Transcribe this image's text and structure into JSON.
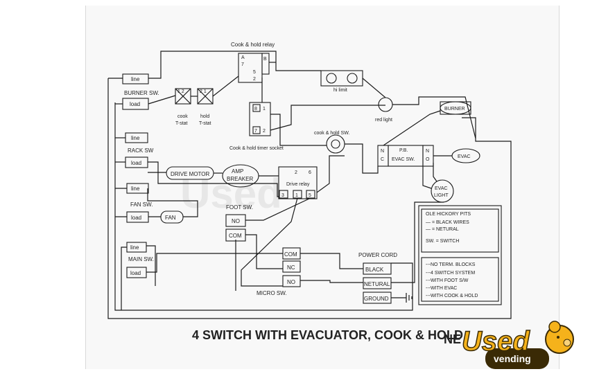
{
  "title": "4 SWITCH WITH EVACUATOR, COOK & HOLD",
  "title_suffix": "NE",
  "components": {
    "cook_hold_relay": "Cook & hold relay",
    "relay_pins": [
      "A",
      "7",
      "B",
      "5",
      "2"
    ],
    "hi_limit": "hi limit",
    "red_light": "red light",
    "burner_label": "BURNER",
    "cook_tstat": "cook",
    "cook_tstat_2": "T-stat",
    "hold_tstat": "hold",
    "hold_tstat_2": "T-stat",
    "tstat_pins_cook": "1  2",
    "tstat_pins_hold": "2  1",
    "cook_hold_sw": "cook & hold SW.",
    "timer_socket": "Cook & hold timer socket",
    "timer_pins": [
      "8",
      "1",
      "7",
      "2"
    ],
    "pb_label": "P.B.",
    "evac_sw": "EVAC SW.",
    "nc_left": [
      "N",
      "C"
    ],
    "no_right": [
      "N",
      "O"
    ],
    "evac": "EVAC",
    "evac_light_1": "EVAC",
    "evac_light_2": "LIGHT",
    "drive_motor": "DRIVE MOTOR",
    "amp_breaker_1": "AMP",
    "amp_breaker_2": "BREAKER",
    "drive_relay": "Drive relay",
    "drive_relay_pins": [
      "2",
      "6",
      "3",
      "1",
      "5"
    ],
    "foot_sw": "FOOT SW.",
    "foot_no": "NO",
    "foot_com": "COM",
    "fan": "FAN",
    "micro_sw": "MICRO SW.",
    "micro_terms": [
      "COM",
      "NC",
      "NO"
    ],
    "power_cord": "POWER CORD",
    "power_terms": [
      "BLACK",
      "NETURAL",
      "GROUND"
    ]
  },
  "switches": [
    {
      "name": "BURNER SW.",
      "line": "line",
      "load": "load"
    },
    {
      "name": "RACK SW",
      "line": "line",
      "load": "load"
    },
    {
      "name": "FAN SW.",
      "line": "line",
      "load": "load"
    },
    {
      "name": "MAIN SW.",
      "line": "line",
      "load": "load"
    }
  ],
  "legend": {
    "header": "OLE HICKORY PITS",
    "lines": [
      "— = BLACK WIRES",
      "— = NETURAL",
      "SW. = SWITCH"
    ],
    "notes": [
      "---NO TERM. BLOCKS",
      "---4 SWITCH SYSTEM",
      "---WITH FOOT S/W",
      "---WITH EVAC",
      "---WITH COOK & HOLD"
    ]
  },
  "logo": {
    "main": "Used",
    "sub": "vending",
    "watermark": "Used"
  },
  "colors": {
    "logo_yellow": "#f5b21b",
    "logo_dark": "#3a2a05",
    "ink": "#1a1a1a"
  }
}
